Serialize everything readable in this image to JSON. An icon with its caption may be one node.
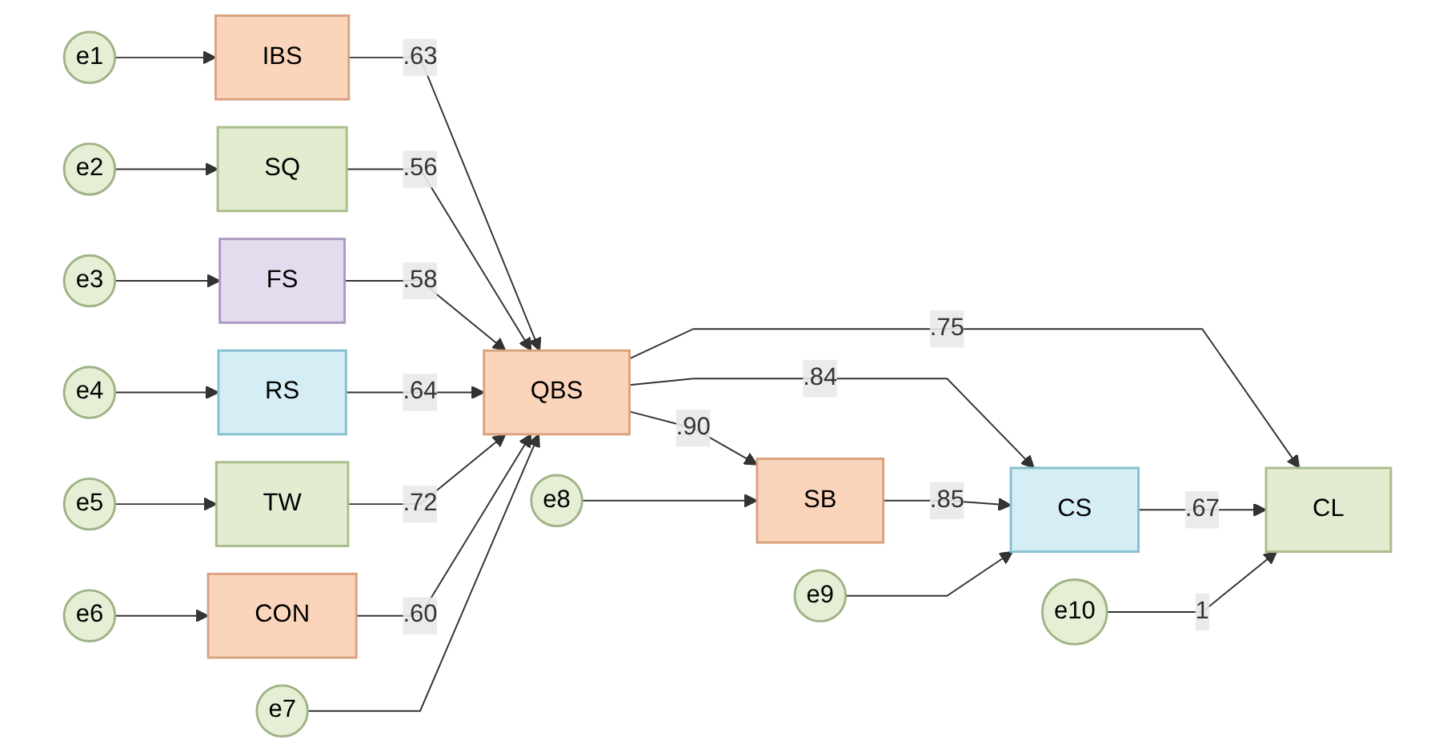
{
  "diagram": {
    "nodes": [
      {
        "text": [
          "e1"
        ]
      },
      {
        "text": [
          "e2"
        ]
      },
      {
        "text": [
          "e3"
        ]
      },
      {
        "text": [
          "e4"
        ]
      },
      {
        "text": [
          "e5"
        ]
      },
      {
        "text": [
          "e6"
        ]
      },
      {
        "text": [
          "IBS"
        ]
      },
      {
        "text": [
          "SQ"
        ]
      },
      {
        "text": [
          "FS"
        ]
      },
      {
        "text": [
          "RS"
        ]
      },
      {
        "text": [
          "TW"
        ]
      },
      {
        "text": [
          "CON"
        ]
      },
      {
        "text": [
          "e7"
        ]
      },
      {
        "text": [
          "QBS"
        ]
      },
      {
        "text": [
          "e8"
        ]
      },
      {
        "text": [
          "SB"
        ]
      },
      {
        "text": [
          "CS"
        ]
      },
      {
        "text": [
          "e9"
        ]
      },
      {
        "text": [
          "CL"
        ]
      },
      {
        "text": [
          "e10"
        ]
      }
    ],
    "edges": [
      {
        "from": 0,
        "to": 6,
        "arrow": "to"
      },
      {
        "from": 1,
        "to": 7,
        "arrow": "to"
      },
      {
        "from": 2,
        "to": 8,
        "arrow": "to"
      },
      {
        "from": 3,
        "to": 9,
        "arrow": "to"
      },
      {
        "from": 4,
        "to": 10,
        "arrow": "to"
      },
      {
        "from": 5,
        "to": 11,
        "arrow": "to"
      },
      {
        "from": 6,
        "to": 13,
        "arrow": "to",
        "label": ".63"
      },
      {
        "from": 7,
        "to": 13,
        "arrow": "to",
        "label": ".56"
      },
      {
        "from": 8,
        "to": 13,
        "arrow": "to",
        "label": ".58"
      },
      {
        "from": 9,
        "to": 13,
        "arrow": "to",
        "label": ".64"
      },
      {
        "from": 10,
        "to": 13,
        "arrow": "to",
        "label": ".72"
      },
      {
        "from": 11,
        "to": 13,
        "arrow": "to",
        "label": ".60"
      },
      {
        "from": 12,
        "to": 13,
        "arrow": "to"
      },
      {
        "from": 13,
        "to": 15,
        "arrow": "to",
        "label": ".90"
      },
      {
        "from": 13,
        "to": 16,
        "arrow": "to",
        "label": ".84"
      },
      {
        "from": 13,
        "to": 18,
        "arrow": "to",
        "label": ".75"
      },
      {
        "from": 14,
        "to": 15,
        "arrow": "to"
      },
      {
        "from": 15,
        "to": 16,
        "arrow": "to",
        "label": ".85"
      },
      {
        "from": 17,
        "to": 16,
        "arrow": "to"
      },
      {
        "from": 16,
        "to": 18,
        "arrow": "to",
        "label": ".67"
      },
      {
        "from": 19,
        "to": 18,
        "arrow": "to",
        "label": "1"
      }
    ]
  }
}
